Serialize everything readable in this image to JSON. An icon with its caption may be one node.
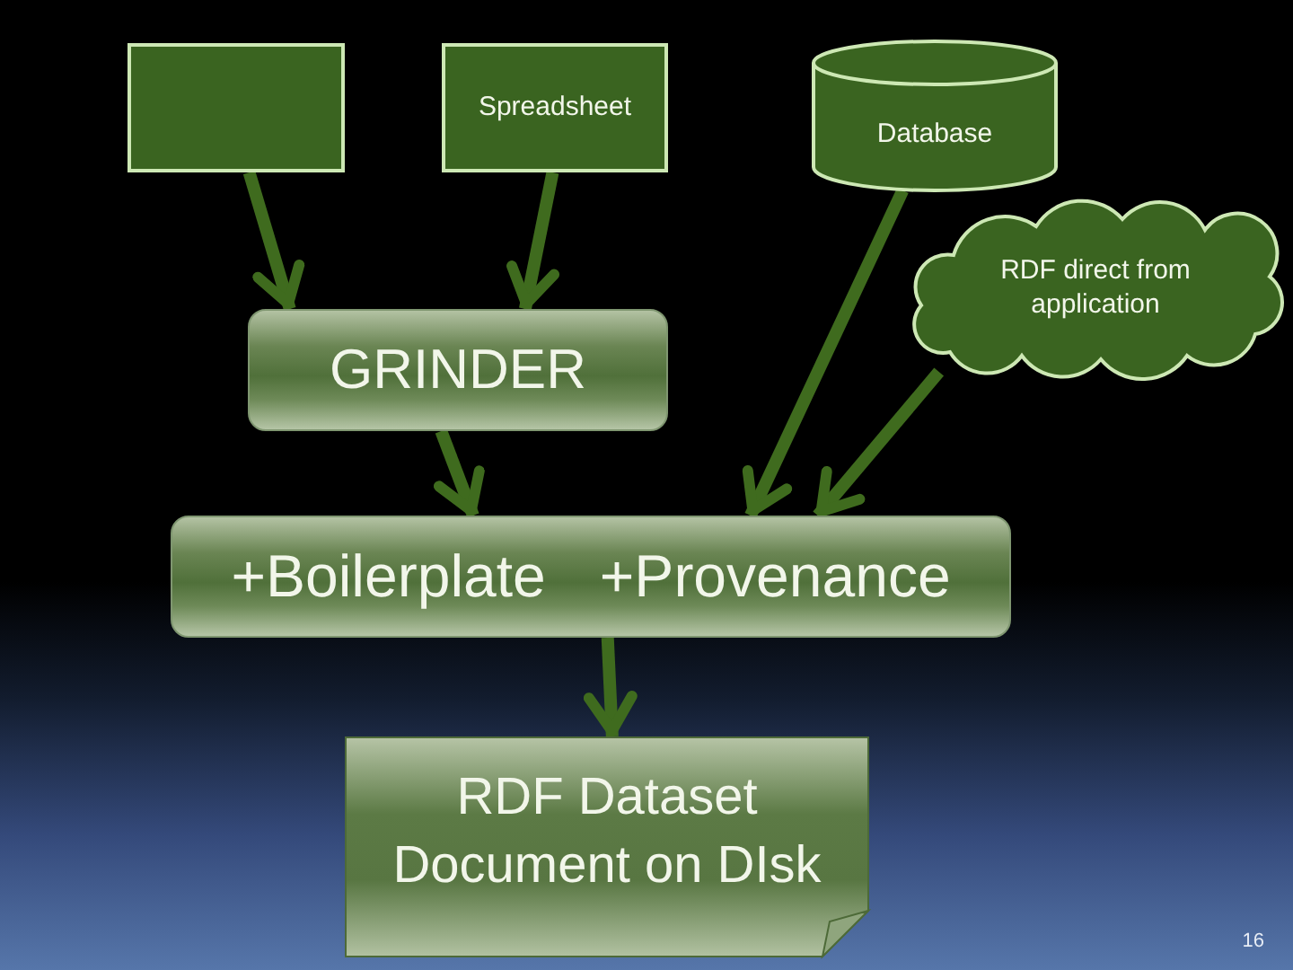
{
  "diagram": {
    "nodes": [
      {
        "text": [],
        "shape": "box"
      },
      {
        "text": [
          "Spreadsheet"
        ]
      },
      {
        "text": [
          "Database"
        ]
      },
      {
        "text": [
          "RDF direct from application"
        ]
      },
      {
        "text": [
          "GRINDER"
        ]
      },
      {
        "text": [
          "+Boilerplate",
          "+Provenance"
        ]
      },
      {
        "text": [
          "RDF Dataset Document on DIsk"
        ]
      }
    ],
    "edges": [
      {
        "from": 0,
        "to": 4,
        "arrow": "to"
      },
      {
        "from": 1,
        "to": 4,
        "arrow": "to"
      },
      {
        "from": 2,
        "to": 5,
        "arrow": "to"
      },
      {
        "from": 3,
        "to": 5,
        "arrow": "to"
      },
      {
        "from": 4,
        "to": 5,
        "arrow": "to"
      },
      {
        "from": 5,
        "to": 6,
        "arrow": "to"
      }
    ],
    "labels": [
      "16"
    ]
  }
}
